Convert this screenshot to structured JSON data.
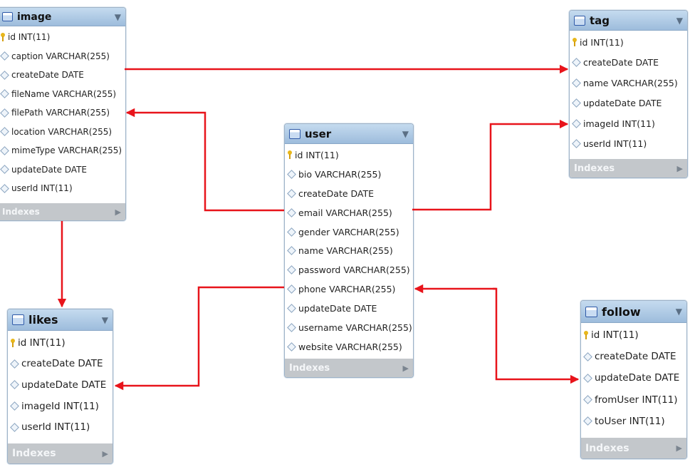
{
  "entities": {
    "image": {
      "name": "image",
      "columns": [
        {
          "text": "id INT(11)",
          "pk": true
        },
        {
          "text": "caption VARCHAR(255)",
          "pk": false
        },
        {
          "text": "createDate DATE",
          "pk": false
        },
        {
          "text": "fileName VARCHAR(255)",
          "pk": false
        },
        {
          "text": "filePath VARCHAR(255)",
          "pk": false
        },
        {
          "text": "location VARCHAR(255)",
          "pk": false
        },
        {
          "text": "mimeType VARCHAR(255)",
          "pk": false
        },
        {
          "text": "updateDate DATE",
          "pk": false
        },
        {
          "text": "userId INT(11)",
          "pk": false
        }
      ],
      "indexes_label": "Indexes"
    },
    "tag": {
      "name": "tag",
      "columns": [
        {
          "text": "id INT(11)",
          "pk": true
        },
        {
          "text": "createDate DATE",
          "pk": false
        },
        {
          "text": "name VARCHAR(255)",
          "pk": false
        },
        {
          "text": "updateDate DATE",
          "pk": false
        },
        {
          "text": "imageId INT(11)",
          "pk": false
        },
        {
          "text": "userId INT(11)",
          "pk": false
        }
      ],
      "indexes_label": "Indexes"
    },
    "user": {
      "name": "user",
      "columns": [
        {
          "text": "id INT(11)",
          "pk": true
        },
        {
          "text": "bio VARCHAR(255)",
          "pk": false
        },
        {
          "text": "createDate DATE",
          "pk": false
        },
        {
          "text": "email VARCHAR(255)",
          "pk": false
        },
        {
          "text": "gender VARCHAR(255)",
          "pk": false
        },
        {
          "text": "name VARCHAR(255)",
          "pk": false
        },
        {
          "text": "password VARCHAR(255)",
          "pk": false
        },
        {
          "text": "phone VARCHAR(255)",
          "pk": false
        },
        {
          "text": "updateDate DATE",
          "pk": false
        },
        {
          "text": "username VARCHAR(255)",
          "pk": false
        },
        {
          "text": "website VARCHAR(255)",
          "pk": false
        }
      ],
      "indexes_label": "Indexes"
    },
    "likes": {
      "name": "likes",
      "columns": [
        {
          "text": "id INT(11)",
          "pk": true
        },
        {
          "text": "createDate DATE",
          "pk": false
        },
        {
          "text": "updateDate DATE",
          "pk": false
        },
        {
          "text": "imageId INT(11)",
          "pk": false
        },
        {
          "text": "userId INT(11)",
          "pk": false
        }
      ],
      "indexes_label": "Indexes"
    },
    "follow": {
      "name": "follow",
      "columns": [
        {
          "text": "id INT(11)",
          "pk": true
        },
        {
          "text": "createDate DATE",
          "pk": false
        },
        {
          "text": "updateDate DATE",
          "pk": false
        },
        {
          "text": "fromUser INT(11)",
          "pk": false
        },
        {
          "text": "toUser INT(11)",
          "pk": false
        }
      ],
      "indexes_label": "Indexes"
    }
  },
  "relationships": [
    {
      "from": "image",
      "to": "tag"
    },
    {
      "from": "user",
      "to": "image"
    },
    {
      "from": "user",
      "to": "tag"
    },
    {
      "from": "image",
      "to": "likes"
    },
    {
      "from": "user",
      "to": "likes"
    },
    {
      "from": "user",
      "to": "follow"
    },
    {
      "from": "follow",
      "to": "user"
    }
  ],
  "colors": {
    "arrow": "#e8141b",
    "header": "#9dbcdc",
    "indexes_bar": "#c3c7cb"
  }
}
